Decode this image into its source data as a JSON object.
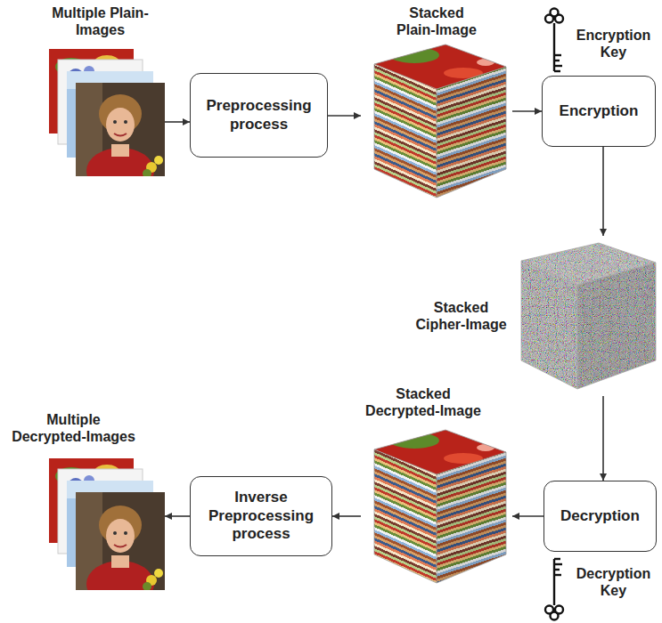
{
  "diagram": {
    "nodes": [
      {
        "text": [
          "Multiple Plain-Images"
        ]
      },
      {
        "text": [
          "Preprocessing process"
        ]
      },
      {
        "text": [
          "Stacked Plain-Image"
        ]
      },
      {
        "text": [
          "Encryption"
        ]
      },
      {
        "text": [
          "Stacked Cipher-Image"
        ]
      },
      {
        "text": [
          "Decryption"
        ]
      },
      {
        "text": [
          "Stacked Decrypted-Image"
        ]
      },
      {
        "text": [
          "Inverse Preprocessing process"
        ]
      },
      {
        "text": [
          "Multiple Decrypted-Images"
        ]
      }
    ],
    "edges": [
      {
        "from": 0,
        "to": 1,
        "arrow": "to"
      },
      {
        "from": 1,
        "to": 2,
        "arrow": "to"
      },
      {
        "from": 2,
        "to": 3,
        "arrow": "to"
      },
      {
        "from": 3,
        "to": 4,
        "arrow": "to"
      },
      {
        "from": 4,
        "to": 5,
        "arrow": "to"
      },
      {
        "from": 5,
        "to": 6,
        "arrow": "to"
      },
      {
        "from": 6,
        "to": 7,
        "arrow": "to"
      },
      {
        "from": 7,
        "to": 8,
        "arrow": "to"
      }
    ],
    "labels": [
      "Encryption Key",
      "Decryption Key"
    ]
  }
}
